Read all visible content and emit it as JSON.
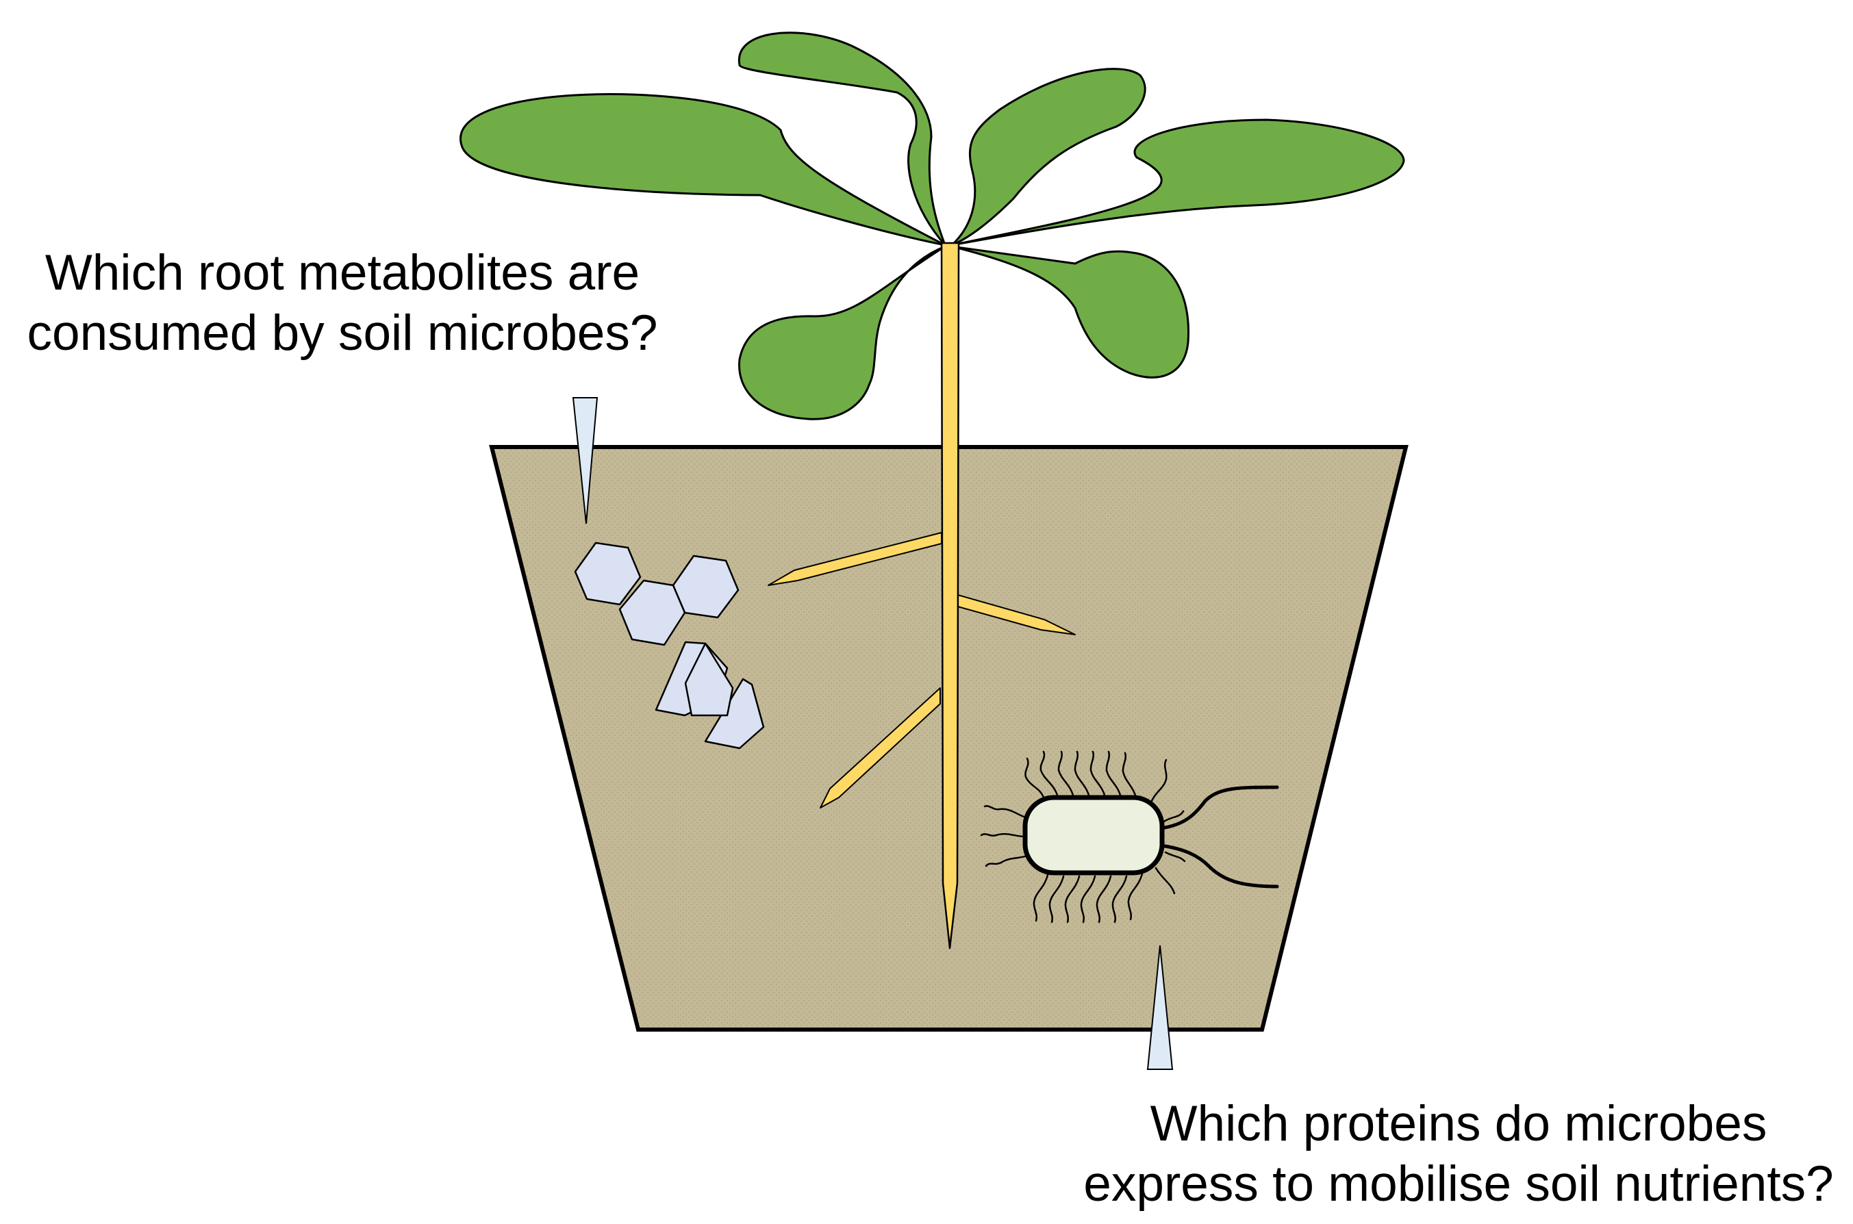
{
  "labels": {
    "metabolites_question": {
      "line1": "Which root metabolites are",
      "line2": "consumed by soil microbes?"
    },
    "proteins_question": {
      "line1": "Which proteins do microbes",
      "line2": "express to mobilise soil nutrients?"
    }
  },
  "colors": {
    "leaf": "#70ad47",
    "stem_root": "#ffd966",
    "soil": "#c4b996",
    "metabolite": "#d9e1f2",
    "probe": "#deebf7",
    "microbe_body": "#ebf1de",
    "outline": "#000000"
  },
  "icons": {
    "plant": "plant-icon",
    "pot": "soil-pot-icon",
    "metabolites": "metabolite-molecule-icon",
    "microbe": "bacterium-icon",
    "probes": "sampling-probe-icon"
  }
}
